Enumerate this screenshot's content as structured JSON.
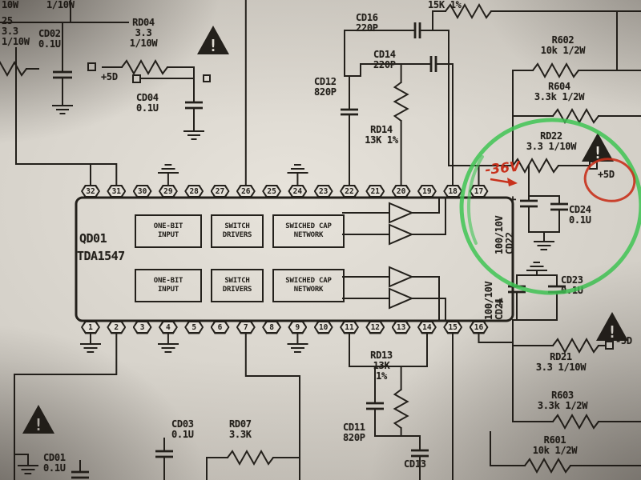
{
  "colors": {
    "paper": "#d9d5ce",
    "ink": "#23201b",
    "red": "#c8311c",
    "green": "#3fc453"
  },
  "ic": {
    "ref": "QD01",
    "part": "TDA1547",
    "pins_top": [
      "32",
      "31",
      "30",
      "29",
      "28",
      "27",
      "26",
      "25",
      "24",
      "23",
      "22",
      "21",
      "20",
      "19",
      "18",
      "17"
    ],
    "pins_bottom": [
      "1",
      "2",
      "3",
      "4",
      "5",
      "6",
      "7",
      "8",
      "9",
      "10",
      "11",
      "12",
      "13",
      "14",
      "15",
      "16"
    ],
    "blocks": {
      "input": [
        "ONE-BIT",
        "INPUT"
      ],
      "drivers": [
        "SWITCH",
        "DRIVERS"
      ],
      "network": [
        "SWICHED CAP",
        "NETWORK"
      ]
    }
  },
  "components": {
    "cd02": {
      "ref": "CD02",
      "val": "0.1U"
    },
    "rd04": {
      "ref": "RD04",
      "val": "3.3",
      "rating": "1/10W"
    },
    "cd04": {
      "ref": "CD04",
      "val": "0.1U"
    },
    "cd16": {
      "ref": "CD16",
      "val": "220P"
    },
    "cd14": {
      "ref": "CD14",
      "val": "220P"
    },
    "cd12": {
      "ref": "CD12",
      "val": "820P"
    },
    "rd14": {
      "ref": "RD14",
      "val": "13K 1%"
    },
    "r15k": {
      "val": "15K 1%"
    },
    "r602": {
      "ref": "R602",
      "val": "10k 1/2W"
    },
    "r604": {
      "ref": "R604",
      "val": "3.3k 1/2W"
    },
    "rd22": {
      "ref": "RD22",
      "val": "3.3 1/10W"
    },
    "cd22": {
      "ref": "CD22",
      "val": "100/10V"
    },
    "cd24": {
      "ref": "CD24",
      "val": "0.1U"
    },
    "cd23": {
      "ref": "CD23",
      "val": "0.1U"
    },
    "cd21": {
      "ref": "CD21",
      "val": "100/10V"
    },
    "rd21": {
      "ref": "RD21",
      "val": "3.3 1/10W"
    },
    "r603": {
      "ref": "R603",
      "val": "3.3k 1/2W"
    },
    "r601": {
      "ref": "R601",
      "val": "10k 1/2W"
    },
    "rd13": {
      "ref": "RD13",
      "val": "13K",
      "tol": "1%"
    },
    "cd11": {
      "ref": "CD11",
      "val": "820P"
    },
    "cd13": {
      "ref": "CD13"
    },
    "cd03": {
      "ref": "CD03",
      "val": "0.1U"
    },
    "rd07": {
      "ref": "RD07",
      "val": "3.3K"
    },
    "cd01": {
      "ref": "CD01",
      "val": "0.1U"
    },
    "edge_left": [
      "25",
      "3.3",
      "1/10W"
    ],
    "edge_top": "1/10W",
    "edge_corner": "10W"
  },
  "power": {
    "p5d_left": "+5D",
    "p5d_right": "+5D",
    "n5d": "-5D"
  },
  "annotations": {
    "voltage": "-36V"
  },
  "icons": {
    "warning": "!",
    "plus": "+"
  }
}
